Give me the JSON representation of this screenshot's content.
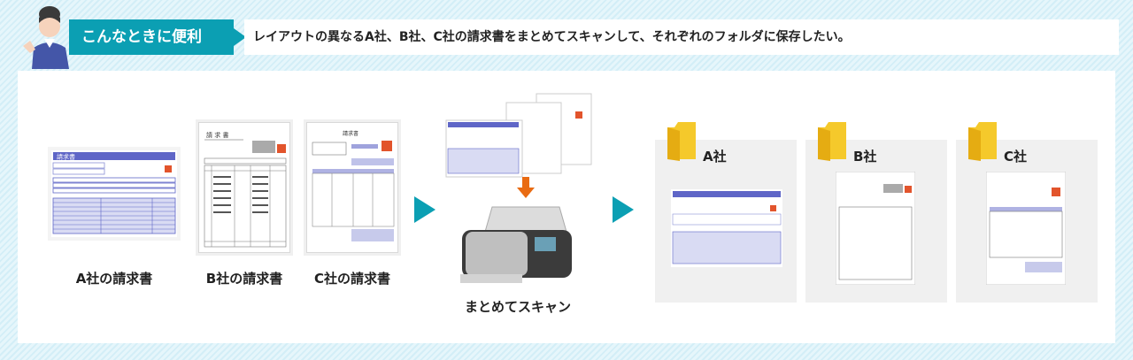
{
  "header": {
    "tag_label": "こんなときに便利",
    "situation": "レイアウトの異なるA社、B社、C社の請求書をまとめてスキャンして、それぞれのフォルダに保存したい。"
  },
  "invoices": {
    "a_caption": "A社の請求書",
    "b_caption": "B社の請求書",
    "c_caption": "C社の請求書",
    "a_title": "請求書",
    "b_title": "請 求 書",
    "c_title": "請求書"
  },
  "scanner": {
    "caption": "まとめてスキャン"
  },
  "folders": [
    {
      "label": "A社"
    },
    {
      "label": "B社"
    },
    {
      "label": "C社"
    }
  ],
  "colors": {
    "accent": "#0b9fb3",
    "invoice_blue": "#5f66c7",
    "folder_yellow": "#f5c92b",
    "arrow_orange": "#e96b12",
    "stamp_red": "#e2542c"
  }
}
